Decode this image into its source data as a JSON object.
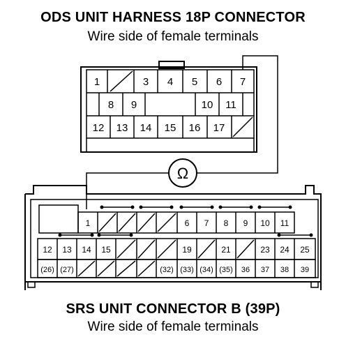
{
  "top_title": "ODS UNIT HARNESS 18P CONNECTOR",
  "top_subtitle": "Wire side of female terminals",
  "bottom_title": "SRS UNIT CONNECTOR B (39P)",
  "bottom_subtitle": "Wire side of female terminals",
  "meter_symbol": "Ω",
  "ods_connector": {
    "row1": [
      "1",
      "",
      "3",
      "4",
      "5",
      "6",
      "7"
    ],
    "row2": [
      "8",
      "9",
      "",
      "10",
      "11"
    ],
    "row3": [
      "12",
      "13",
      "14",
      "15",
      "16",
      "17",
      ""
    ]
  },
  "srs_connector": {
    "row1": [
      "1",
      "",
      "",
      "",
      "",
      "6",
      "7",
      "8",
      "9",
      "10",
      "11"
    ],
    "row2": [
      "12",
      "13",
      "14",
      "15",
      "",
      "",
      "",
      "19",
      "",
      "21",
      "",
      "23",
      "24",
      "25"
    ],
    "row3": [
      "(26)",
      "(27)",
      "",
      "",
      "",
      "",
      "(32)",
      "(33)",
      "(34)",
      "(35)",
      "36",
      "37",
      "38",
      "39"
    ]
  }
}
